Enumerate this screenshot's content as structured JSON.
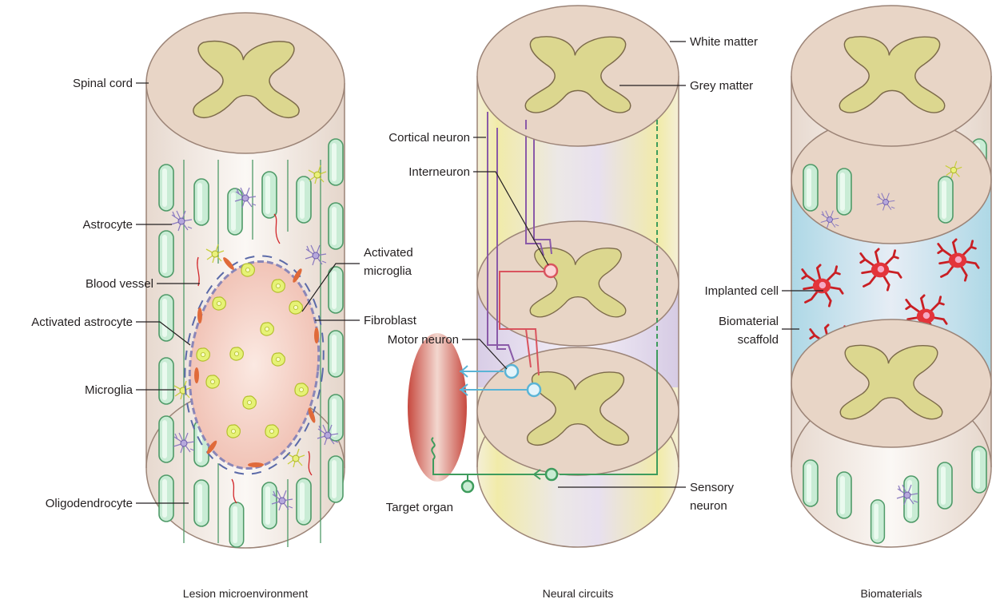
{
  "panels": {
    "lesion": {
      "caption": "Lesion microenvironment",
      "labels": {
        "spinal_cord": "Spinal cord",
        "astrocyte": "Astrocyte",
        "blood_vessel": "Blood vessel",
        "activated_astrocyte": "Activated astrocyte",
        "microglia": "Microglia",
        "oligodendrocyte": "Oligodendrocyte",
        "activated_microglia_1": "Activated",
        "activated_microglia_2": "microglia",
        "fibroblast": "Fibroblast"
      }
    },
    "circuits": {
      "caption": "Neural circuits",
      "labels": {
        "white_matter": "White matter",
        "grey_matter": "Grey matter",
        "cortical_neuron": "Cortical neuron",
        "interneuron": "Interneuron",
        "motor_neuron": "Motor neuron",
        "target_organ": "Target organ",
        "sensory_neuron_1": "Sensory",
        "sensory_neuron_2": "neuron"
      }
    },
    "biomaterials": {
      "caption": "Biomaterials",
      "labels": {
        "implanted_cell": "Implanted cell",
        "biomaterial_scaffold_1": "Biomaterial",
        "biomaterial_scaffold_2": "scaffold"
      }
    }
  },
  "colors": {
    "cord_body": "#f3eeea",
    "cord_top": "#e8d5c6",
    "grey_matter": "#dcd78f",
    "outline": "#9c8477",
    "axon_tube": "#c8ecd3",
    "lesion": "#f2c4b8",
    "cortical": "#8a5aa8",
    "interneuron": "#d9545e",
    "motor": "#5ab4d6",
    "sensory": "#3e9c5d",
    "muscle": "#d96b5a",
    "scaffold": "#bfe0ea",
    "implant": "#d42a2a"
  }
}
